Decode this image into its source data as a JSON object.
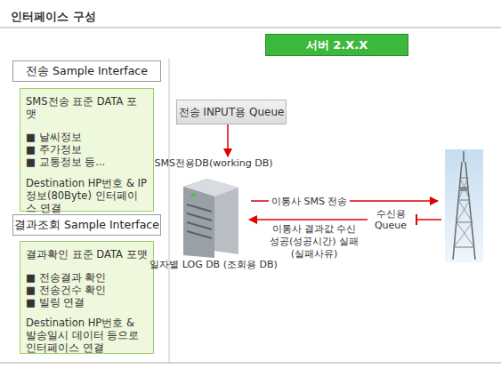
{
  "diagram": {
    "title": "인터페이스 구성",
    "nodes": [
      {
        "text": [
          "서버 2.X.X"
        ]
      },
      {
        "text": [
          "전송 Sample Interface"
        ]
      },
      {
        "text": [
          "SMS전송 표준 DATA 포맷",
          "■ 날씨정보",
          "■ 주가정보",
          "■ 교통정보 등...",
          "Destination HP번호 & IP정보(80Byte) 인터페이스 연결"
        ]
      },
      {
        "text": [
          "결과조회 Sample Interface"
        ]
      },
      {
        "text": [
          "결과확인 표준 DATA 포맷",
          "■ 전송결과 확인",
          "■ 전송건수 확인",
          "■ 빌링 연결",
          "Destination HP번호 & 발송일시 데이터 등으로 인터페이스 연결"
        ]
      },
      {
        "text": [
          "전송 INPUT용 Queue"
        ]
      },
      {
        "text": [
          "SMS전용DB(working DB)",
          "일자별 LOG DB (조회용 DB)"
        ]
      },
      {
        "text": [
          "수신용 Queue"
        ]
      }
    ],
    "edges": [
      {
        "from": 5,
        "to": 6,
        "arrow": "to"
      },
      {
        "from": 7,
        "to": 6,
        "label": "이통사 결과값 수신 성공(성공시간) 실패(실패사유)",
        "arrow": "to"
      }
    ],
    "labels": [
      "이통사 SMS 전송"
    ]
  }
}
